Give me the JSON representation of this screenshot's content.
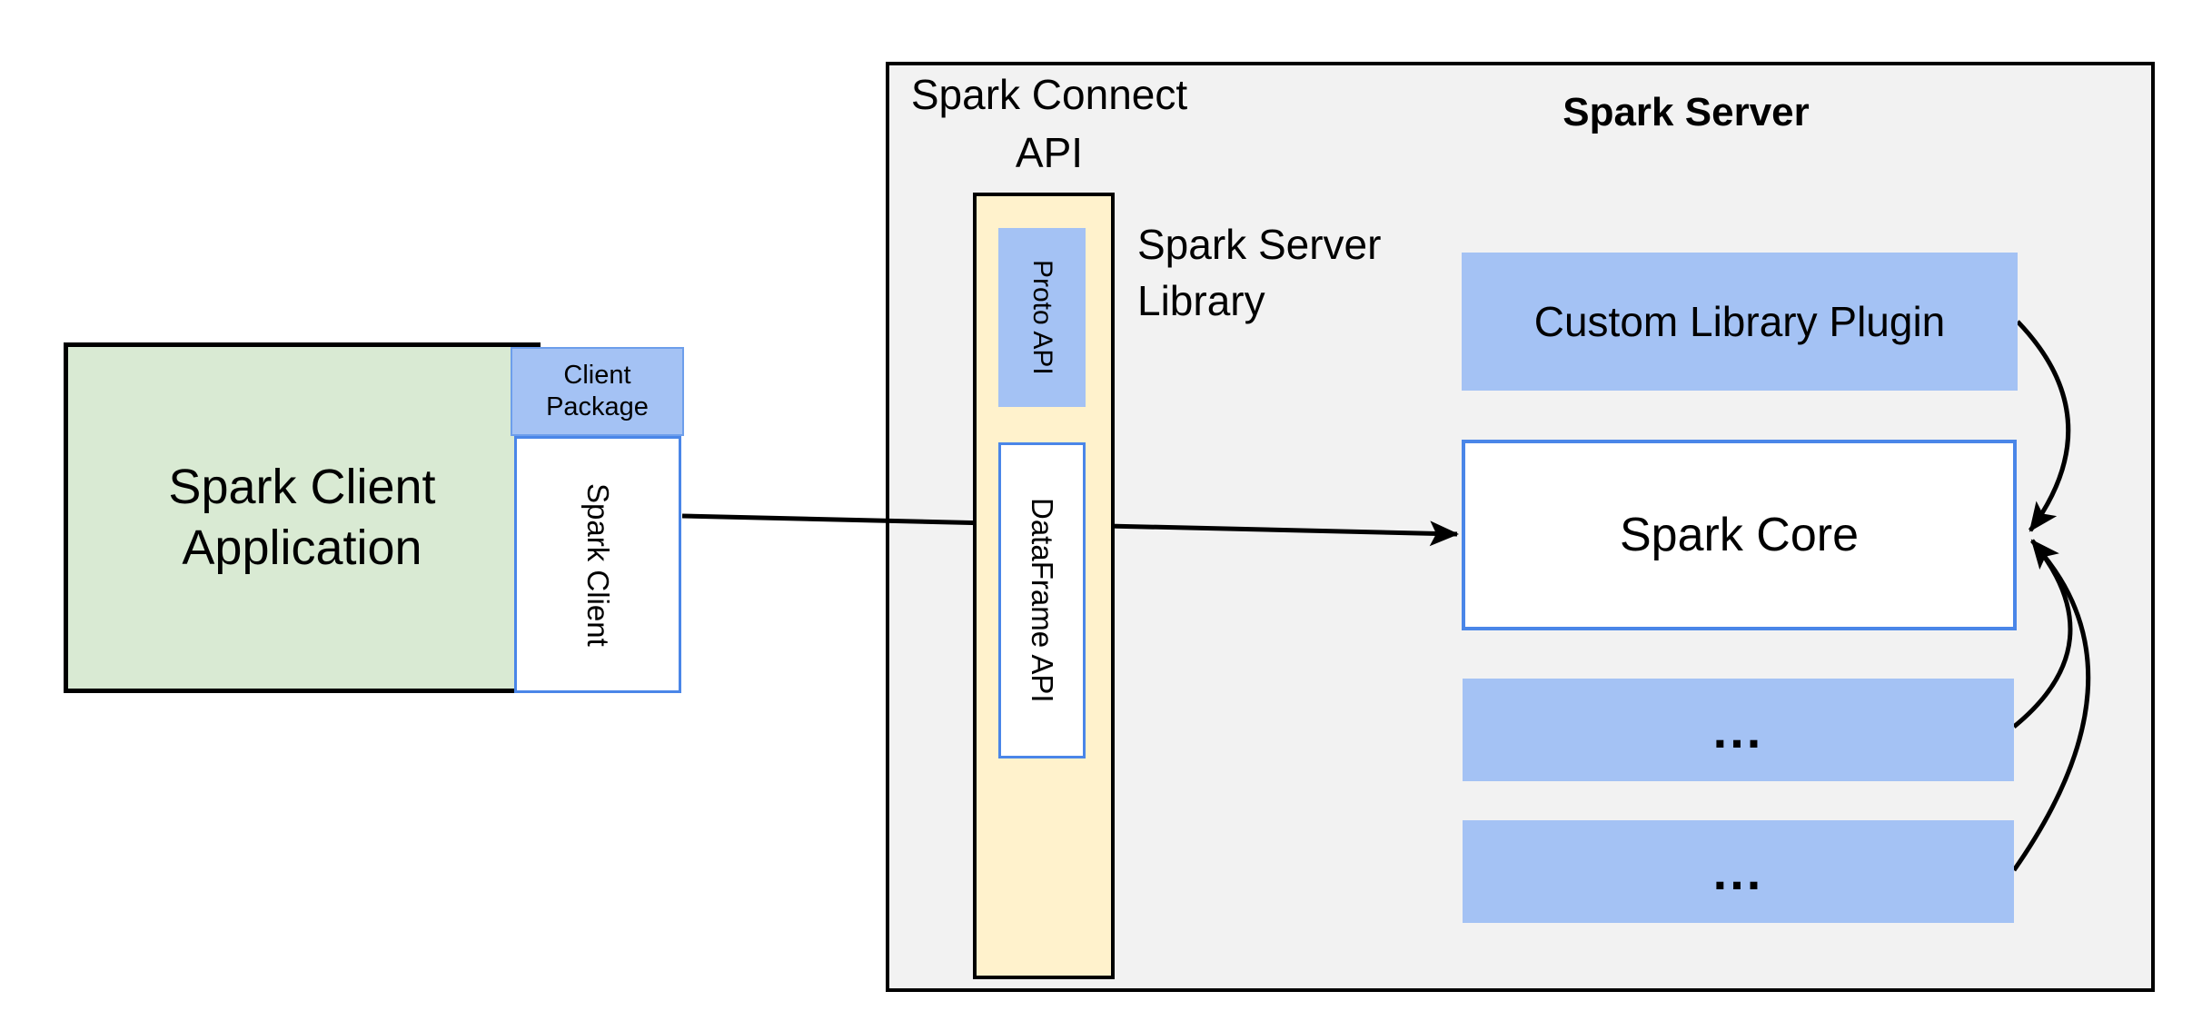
{
  "client_side": {
    "app_label": "Spark Client Application",
    "package_label": "Client Package",
    "client_label": "Spark Client"
  },
  "connect_api": {
    "heading": "Spark Connect API",
    "proto_label": "Proto API",
    "dataframe_label": "DataFrame API",
    "server_library_label": "Spark Server Library"
  },
  "server_side": {
    "heading": "Spark Server",
    "plugin_label": "Custom Library Plugin",
    "core_label": "Spark Core",
    "slot1_label": "...",
    "slot2_label": "..."
  },
  "colors": {
    "client_app_fill": "#d9ead3",
    "accent_blue_fill": "#a4c2f4",
    "api_column_fill": "#fff2cc",
    "server_panel_fill": "#f2f2f2",
    "box_border_blue": "#4a86e8",
    "line_black": "#000000"
  }
}
